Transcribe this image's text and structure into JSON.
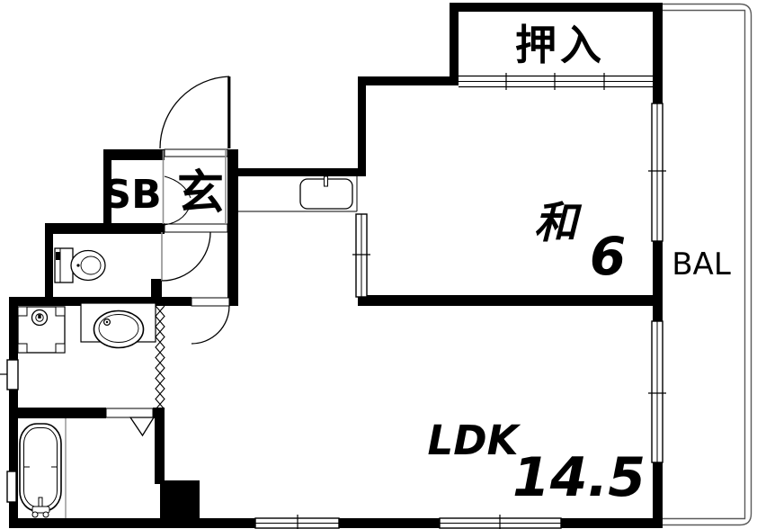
{
  "floorplan": {
    "title": "apartment-floor-plan",
    "rooms": {
      "closet": {
        "label": "押入"
      },
      "japanese_room": {
        "label": "和",
        "size": "6"
      },
      "balcony": {
        "label": "BAL"
      },
      "ldk": {
        "label": "LDK",
        "size": "14.5"
      },
      "shoe_box": {
        "label": "SB"
      },
      "entrance": {
        "label": "玄"
      }
    },
    "fixtures": [
      "kitchen-sink",
      "toilet",
      "washing-machine",
      "washbasin",
      "bathtub"
    ],
    "colors": {
      "wall": "#000000",
      "background": "#ffffff",
      "line": "#000000",
      "gray_line": "#8f8f8f",
      "balcony_line": "#5a5a5a"
    }
  }
}
